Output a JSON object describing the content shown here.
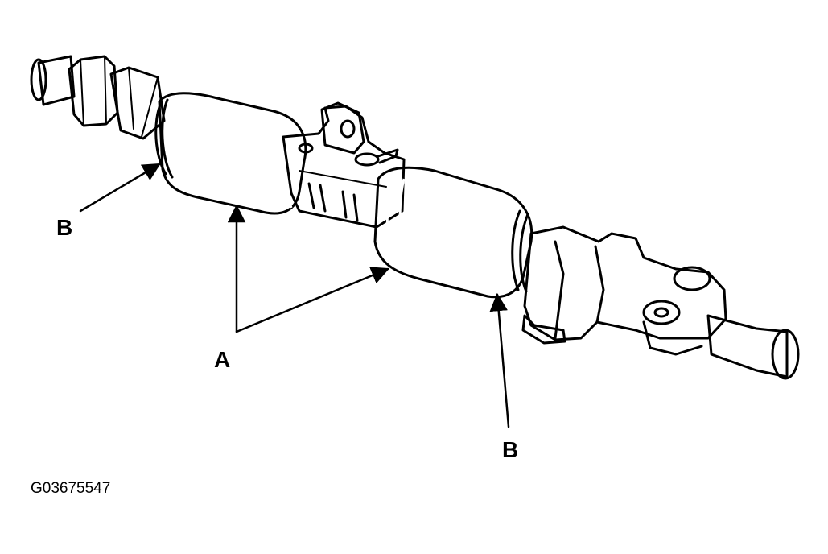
{
  "callouts": {
    "a": "A",
    "b_left": "B",
    "b_right": "B"
  },
  "figure_id": "G03675547"
}
